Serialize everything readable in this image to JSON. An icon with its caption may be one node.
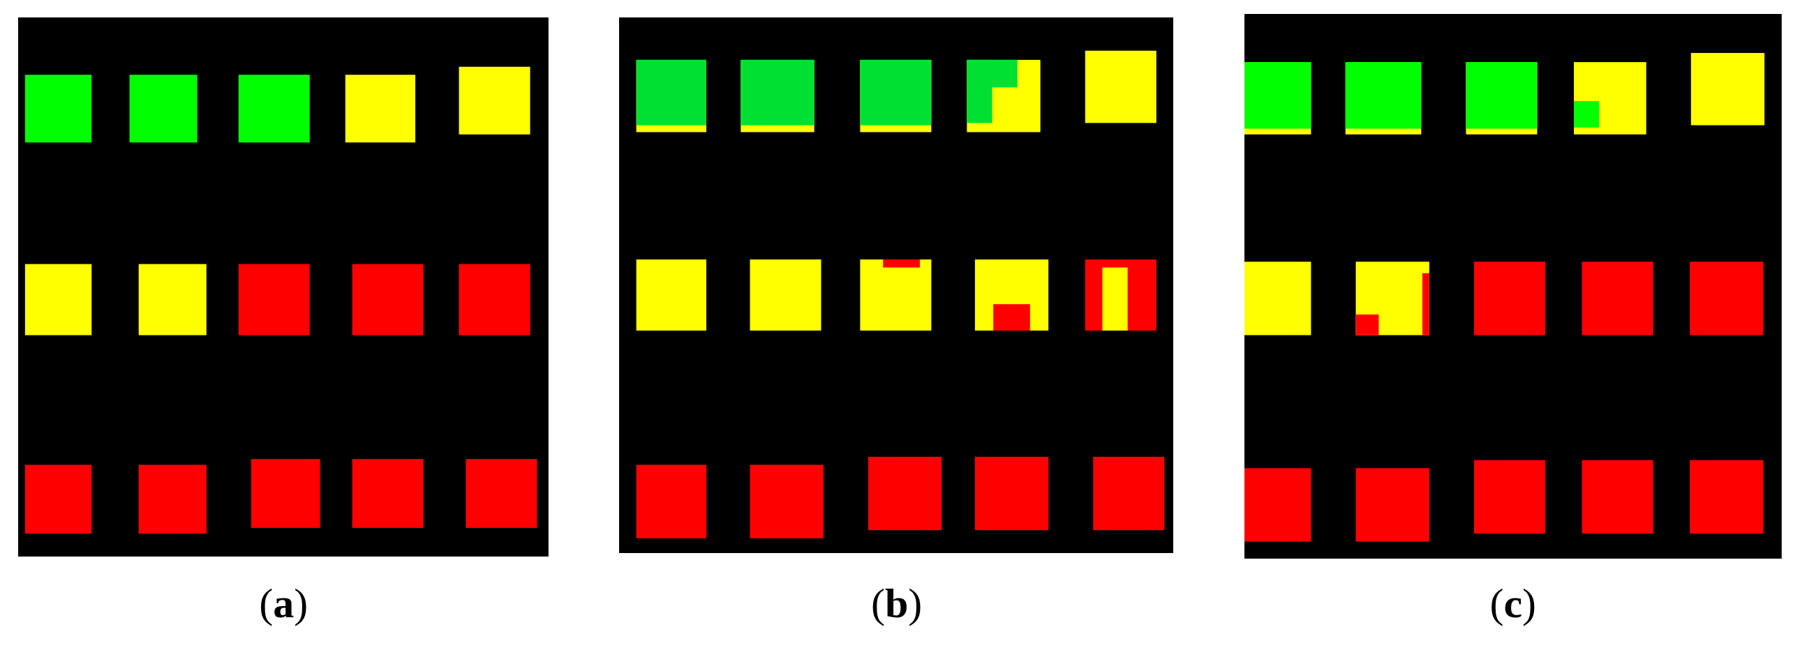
{
  "diagram": {
    "labels": [
      "(**a**)",
      "(**b**)",
      "(**c**)"
    ]
  }
}
